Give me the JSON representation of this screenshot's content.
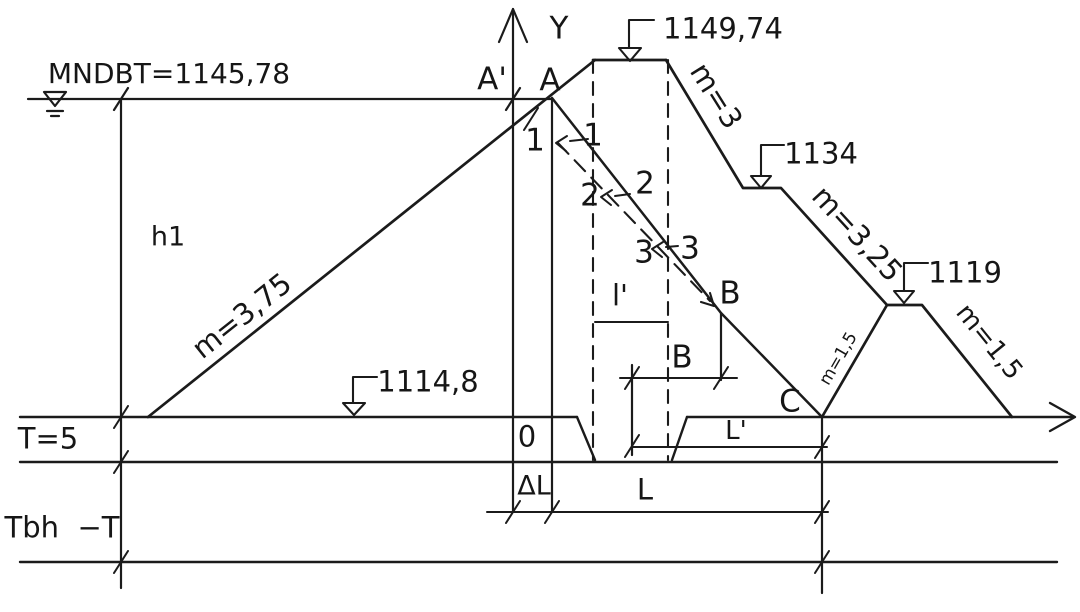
{
  "water_level": {
    "label": "MNDBT=1145,78"
  },
  "elevations": {
    "crest": "1149,74",
    "berm_upper": "1134",
    "berm_lower": "1119",
    "ground": "1114,8"
  },
  "slopes": {
    "upstream": "m=3,75",
    "downstream_upper": "m=3",
    "downstream_middle": "m=3,25",
    "prism_outer": "m=1,5",
    "prism_inner": "m=1,5"
  },
  "axes": {
    "y_label": "Y",
    "origin_label": "0"
  },
  "points": {
    "a_prime": "A'",
    "a": "A",
    "b": "B",
    "c": "C"
  },
  "construction": {
    "p1_left": "1",
    "p1_right": "1",
    "p2_left": "2",
    "p2_right": "2",
    "p3_left": "3",
    "p3_right": "3"
  },
  "dimensions": {
    "h1": "h1",
    "t": "T=5",
    "tbh_minus_t": "Tbh  −T",
    "delta_l": "ΔL",
    "l": "L",
    "l_prime": "L'",
    "l_prime_small": "l'",
    "b": "B"
  }
}
